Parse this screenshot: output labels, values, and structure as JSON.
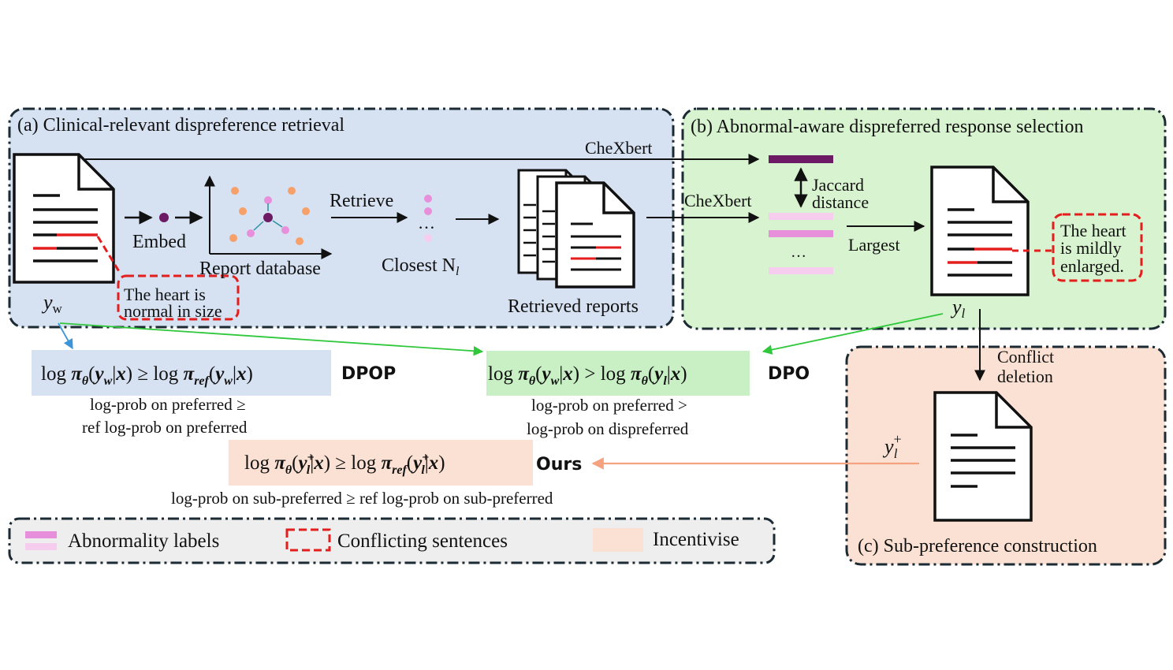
{
  "panels": {
    "a": {
      "title": "(a) Clinical-relevant dispreference retrieval",
      "color": "#d6e1f2"
    },
    "b": {
      "title": "(b) Abnormal-aware dispreferred response selection",
      "color": "#d8f3cf"
    },
    "c": {
      "title": "(c) Sub-preference construction",
      "color": "#fbe1d3"
    }
  },
  "labels": {
    "chexbert_top": "CheXbert",
    "chexbert_mid": "CheXbert",
    "embed": "Embed",
    "report_database": "Report database",
    "retrieve": "Retrieve",
    "closest_prefix": "Closest N",
    "closest_sub": "l",
    "retrieved_reports": "Retrieved reports",
    "jaccard_1": "Jaccard",
    "jaccard_2": "distance",
    "largest": "Largest",
    "conflict_1": "Conflict",
    "conflict_2": "deletion",
    "ellipsis": "…",
    "ellipsis_small": "…"
  },
  "symbols": {
    "y_w_main": "y",
    "y_w_sub": "w",
    "y_l_main": "y",
    "y_l_sub": "l",
    "y_lp_main": "y",
    "y_lp_sup": "+",
    "y_lp_sub": "l"
  },
  "callouts": {
    "normal_1": "The heart is",
    "normal_2": "normal in size",
    "enlarged_1": "The heart",
    "enlarged_2": "is mildly",
    "enlarged_3": "enlarged."
  },
  "formulas": {
    "dpop": {
      "lhs": "log π",
      "theta": "θ",
      "arg_y": "y",
      "arg_sub": "w",
      "cond": "|x",
      "rel": " ≥ log π",
      "ref": "ref",
      "name": "DPOP",
      "desc_1": "log-prob on preferred ≥",
      "desc_2": "ref log-prob on preferred",
      "color": "#d6e1f2"
    },
    "dpo": {
      "name": "DPO",
      "desc_1": "log-prob on preferred >",
      "desc_2": "log-prob on dispreferred",
      "color": "#c8f0c4"
    },
    "ours": {
      "name": "Ours",
      "desc": "log-prob on sub-preferred ≥ ref log-prob on sub-preferred",
      "color": "#fbe1d3"
    }
  },
  "legend": {
    "abnormality": "Abnormality labels",
    "conflicting": "Conflicting sentences",
    "incentivise": "Incentivise"
  },
  "colors": {
    "dark_purple": "#6b1a63",
    "pink": "#e88fdc",
    "light_pink": "#f6cdef",
    "orange_dot": "#f7a06a",
    "red": "#e41d1d",
    "green_arrow": "#2ec83a",
    "blue_arrow": "#3b95d8",
    "orange_arrow": "#f4a27f"
  }
}
